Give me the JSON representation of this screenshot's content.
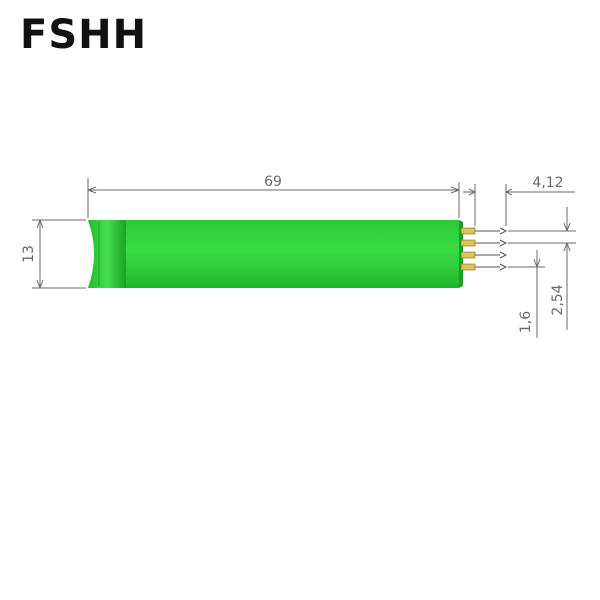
{
  "brand": {
    "text": "FSHH"
  },
  "dimensions": {
    "length": "69",
    "height": "13",
    "pin_spacing": "2,54",
    "pin_offset": "1,6",
    "pin_length": "4,12"
  },
  "colors": {
    "body": "#2fd43a",
    "body_dark": "#18a81f",
    "pin": "#d9c35a",
    "dim_line": "#6a6a6a"
  }
}
